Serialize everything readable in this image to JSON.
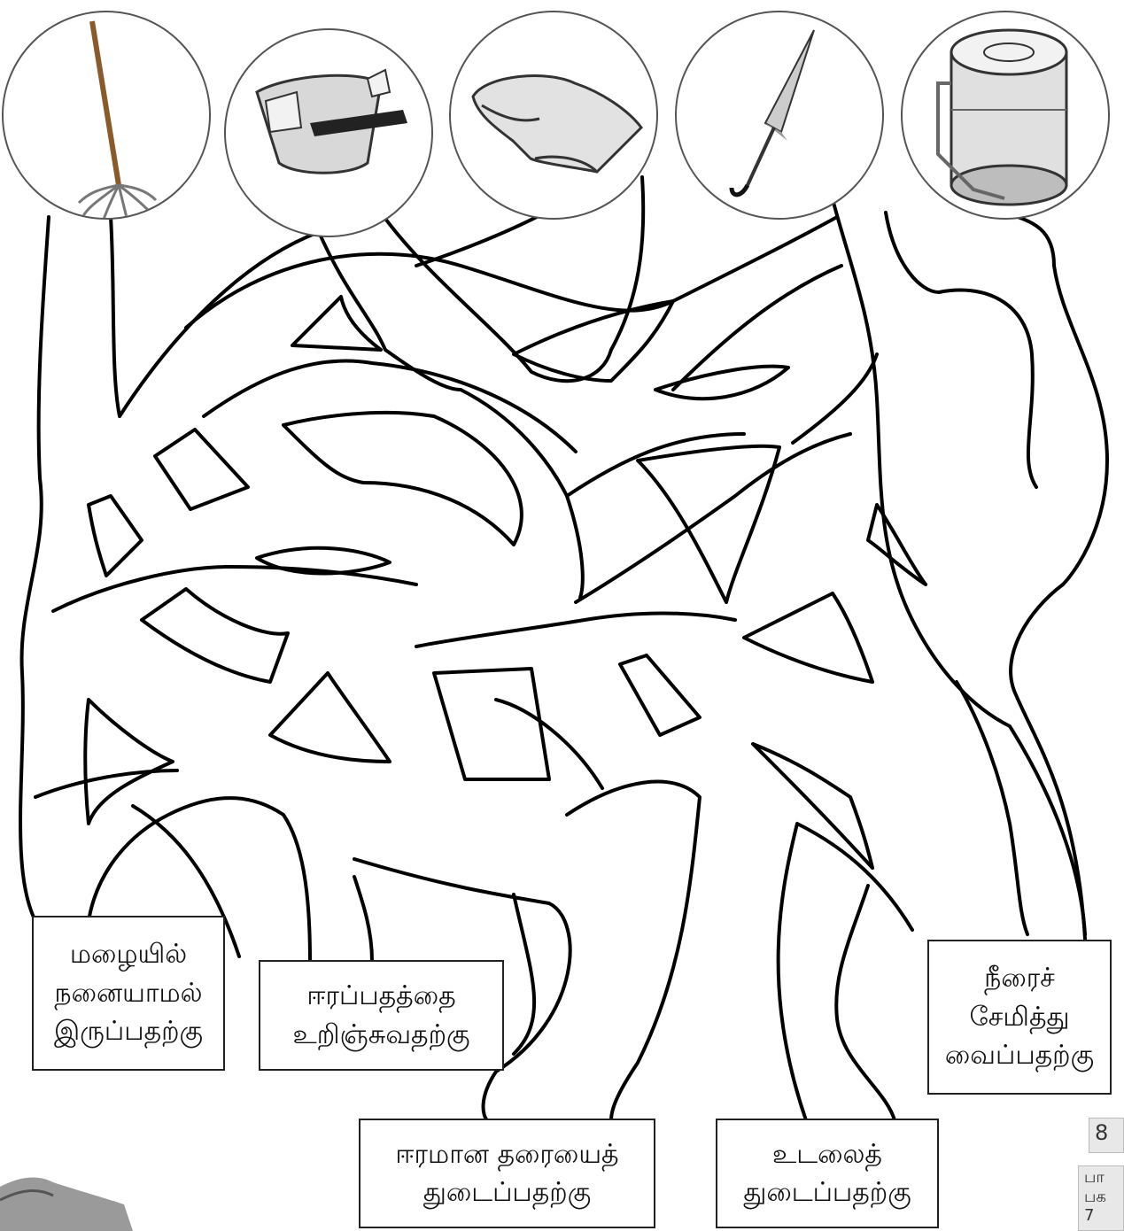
{
  "pictures": [
    {
      "name": "mop",
      "icon": "mop-icon"
    },
    {
      "name": "diaper",
      "icon": "diaper-icon"
    },
    {
      "name": "towel",
      "icon": "towel-icon"
    },
    {
      "name": "umbrella",
      "icon": "umbrella-icon"
    },
    {
      "name": "water-tank",
      "icon": "water-tank-icon"
    }
  ],
  "labels": {
    "rain": [
      "மழையில்",
      "நனையாமல்",
      "இருப்பதற்கு"
    ],
    "absorb": [
      "ஈரப்பதத்தை",
      "உறிஞ்சுவதற்கு"
    ],
    "floor": [
      "ஈரமான தரையைத்",
      "துடைப்பதற்கு"
    ],
    "body": [
      "உடலைத்",
      "துடைப்பதற்கு"
    ],
    "store": [
      "நீரைச்",
      "சேமித்து",
      "வைப்பதற்கு"
    ]
  },
  "page_tab": {
    "number": "8",
    "partial_text": [
      "பா",
      "பக",
      "7"
    ]
  },
  "colors": {
    "line": "#000000",
    "background": "#ffffff"
  }
}
